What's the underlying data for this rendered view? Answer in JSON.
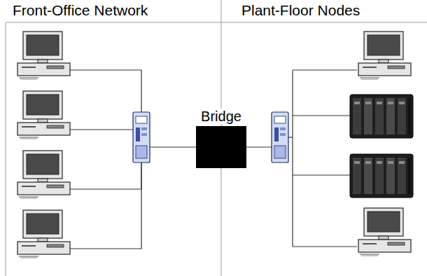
{
  "diagram": {
    "nodes": [
      {
        "text": [
          "Bridge"
        ]
      }
    ],
    "labels": [
      "Front-Office Network",
      "Plant-Floor Nodes"
    ]
  }
}
